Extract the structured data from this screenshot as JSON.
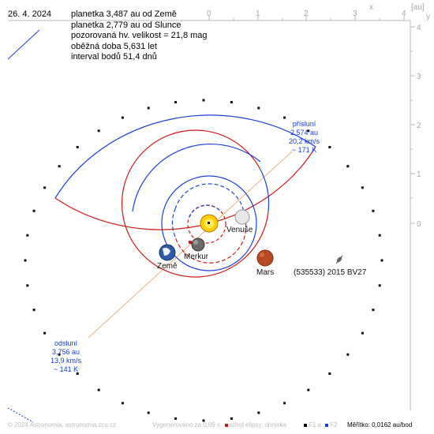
{
  "date": "26. 4. 2024",
  "info_lines": [
    "planetka 3,487 au od Země",
    "planetka 2,779 au od Slunce",
    "pozorovaná hv. velikost = 21,8 mag",
    "oběžná doba 5,631 let",
    "interval bodů 51,4 dnů"
  ],
  "axis": {
    "x_ticks": [
      "0",
      "1",
      "2",
      "3",
      "4"
    ],
    "x_label": "x",
    "unit_label": "[au]",
    "y_ticks": [
      "4",
      "3",
      "2",
      "1",
      "0"
    ],
    "y_label": "y"
  },
  "perihelion": {
    "title": "přísluní",
    "distance": "2,574 au",
    "speed": "20,2 km/s",
    "temp": "~ 171 K"
  },
  "aphelion": {
    "title": "odsluní",
    "distance": "3,756 au",
    "speed": "13,9 km/s",
    "temp": "~ 141 K"
  },
  "bodies": {
    "venus": "Venuše",
    "mercury": "Merkur",
    "earth": "Země",
    "mars": "Mars",
    "asteroid": "(535533) 2015 BV27"
  },
  "footer": {
    "copyright": "© 2024 Astronomia, astronomia.zcu.cz",
    "generated": "Vygenerováno za 0,09 s",
    "legend_center": "střed elipsy, ohniska",
    "legend_f1": "F1 a",
    "legend_f2": "F2",
    "scale": "Měřítko: 0,0162 au/bod"
  },
  "colors": {
    "orbit_above": "#1a3fd6",
    "orbit_below": "#cc1a1a",
    "axis": "#b0b0b0",
    "apsis_line": "#f0b080",
    "sun": "#ffd000"
  }
}
